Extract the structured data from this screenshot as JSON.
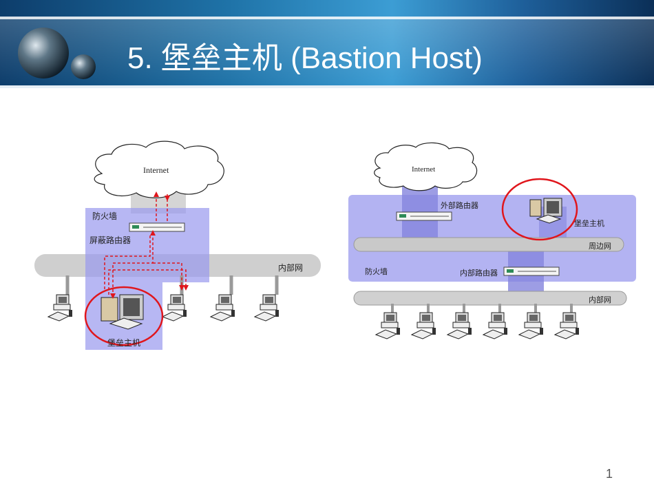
{
  "header": {
    "title": "5.  堡垒主机 (Bastion Host)"
  },
  "page_number": "1",
  "left_diagram": {
    "internet": "Internet",
    "firewall": "防火墙",
    "screening_router": "屏蔽路由器",
    "internal_network": "内部网",
    "bastion_host": "堡垒主机"
  },
  "right_diagram": {
    "internet": "Internet",
    "external_router": "外部路由器",
    "bastion_host": "堡垒主机",
    "perimeter_network": "周边网",
    "firewall": "防火墙",
    "internal_router": "内部路由器",
    "internal_network": "内部网"
  },
  "colors": {
    "firewall_fill": "#9999ee",
    "highlight": "#e0161c",
    "arrow": "#e0161c"
  }
}
